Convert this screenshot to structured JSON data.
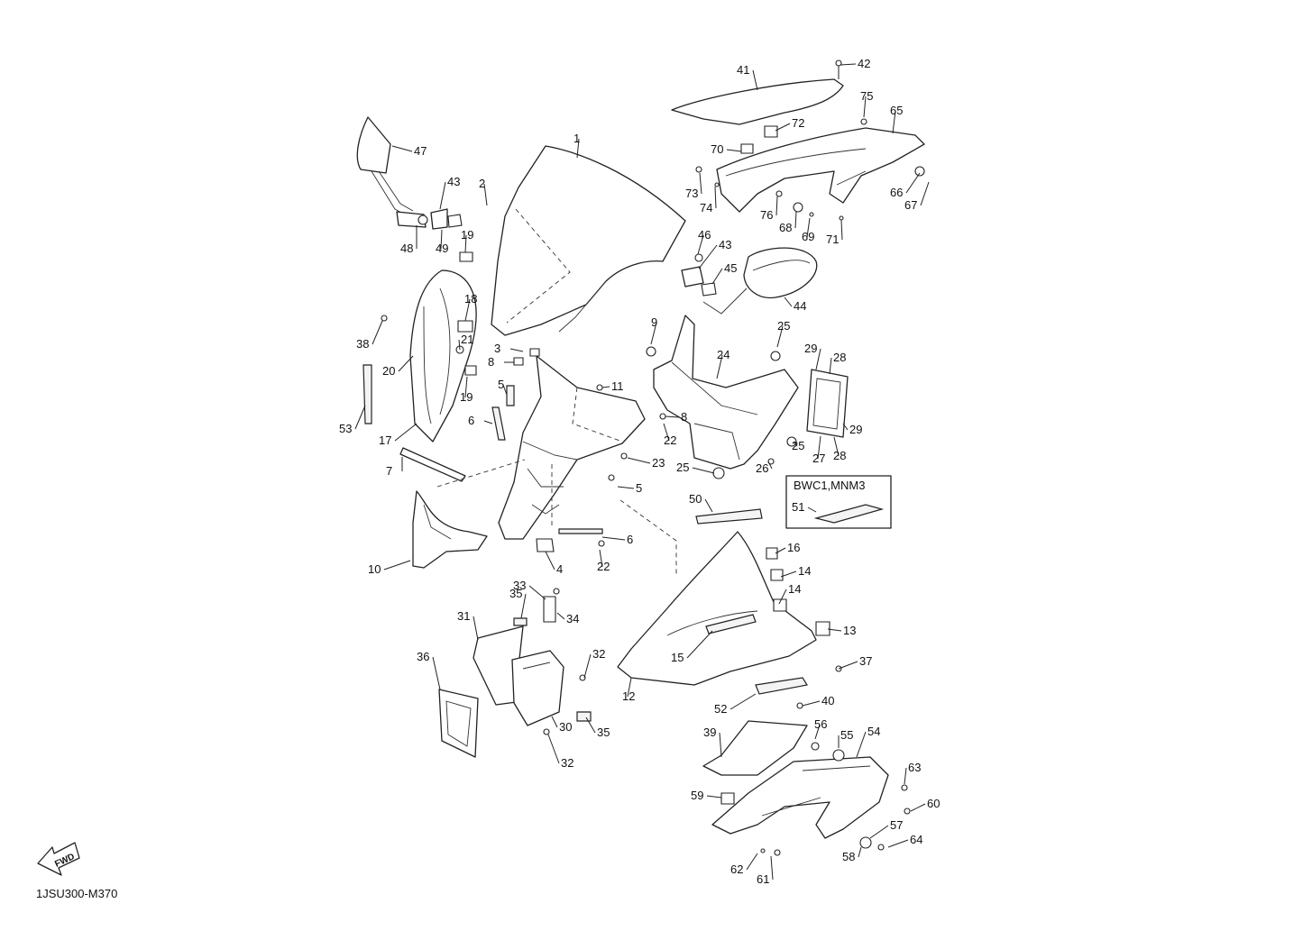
{
  "drawing_code": "1JSU300-M370",
  "fwd_label": "FWD",
  "variant_box_label": "BWC1,MNM3",
  "callouts": [
    "1",
    "2",
    "3",
    "4",
    "5",
    "5",
    "6",
    "6",
    "7",
    "8",
    "8",
    "9",
    "10",
    "11",
    "12",
    "13",
    "14",
    "14",
    "15",
    "16",
    "17",
    "18",
    "19",
    "19",
    "20",
    "21",
    "22",
    "22",
    "23",
    "24",
    "25",
    "25",
    "25",
    "26",
    "27",
    "28",
    "28",
    "29",
    "29",
    "30",
    "31",
    "32",
    "32",
    "33",
    "34",
    "35",
    "35",
    "36",
    "37",
    "38",
    "39",
    "40",
    "41",
    "42",
    "43",
    "43",
    "44",
    "45",
    "46",
    "47",
    "48",
    "49",
    "50",
    "51",
    "52",
    "53",
    "54",
    "55",
    "56",
    "57",
    "58",
    "59",
    "60",
    "61",
    "62",
    "63",
    "64",
    "65",
    "66",
    "67",
    "68",
    "69",
    "70",
    "71",
    "72",
    "73",
    "74",
    "75",
    "76"
  ]
}
